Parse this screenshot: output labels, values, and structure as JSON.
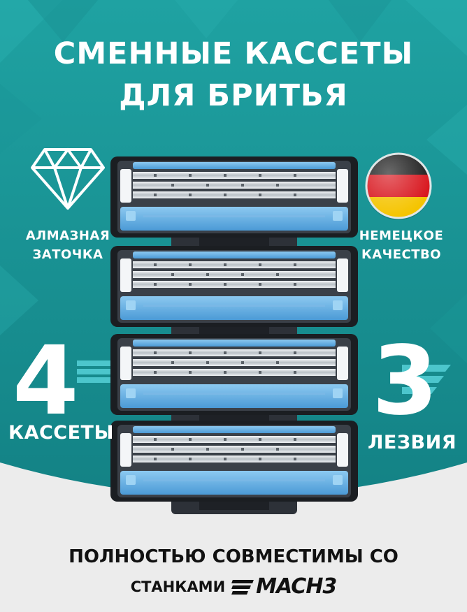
{
  "colors": {
    "teal": "#1c9a9a",
    "teal_dark": "#127c7e",
    "accent": "#4cc6cc",
    "blade_blue": "#5aa9e0",
    "text_dark": "#111111"
  },
  "title": {
    "line1": "СМЕННЫЕ КАССЕТЫ",
    "line2": "ДЛЯ БРИТЬЯ"
  },
  "features": {
    "left": {
      "icon": "diamond-icon",
      "line1": "АЛМАЗНАЯ",
      "line2": "ЗАТОЧКА"
    },
    "right": {
      "icon": "germany-flag-icon",
      "line1": "НЕМЕЦКОЕ",
      "line2": "КАЧЕСТВО"
    }
  },
  "counts": {
    "cartridges_number": "4",
    "cartridges_label": "КАССЕТЫ",
    "blades_number": "3",
    "blades_label": "ЛЕЗВИЯ"
  },
  "compat": {
    "line1": "ПОЛНОСТЬЮ СОВМЕСТИМЫ СО",
    "prefix": "СТАНКАМИ",
    "brand": "MACH3"
  }
}
